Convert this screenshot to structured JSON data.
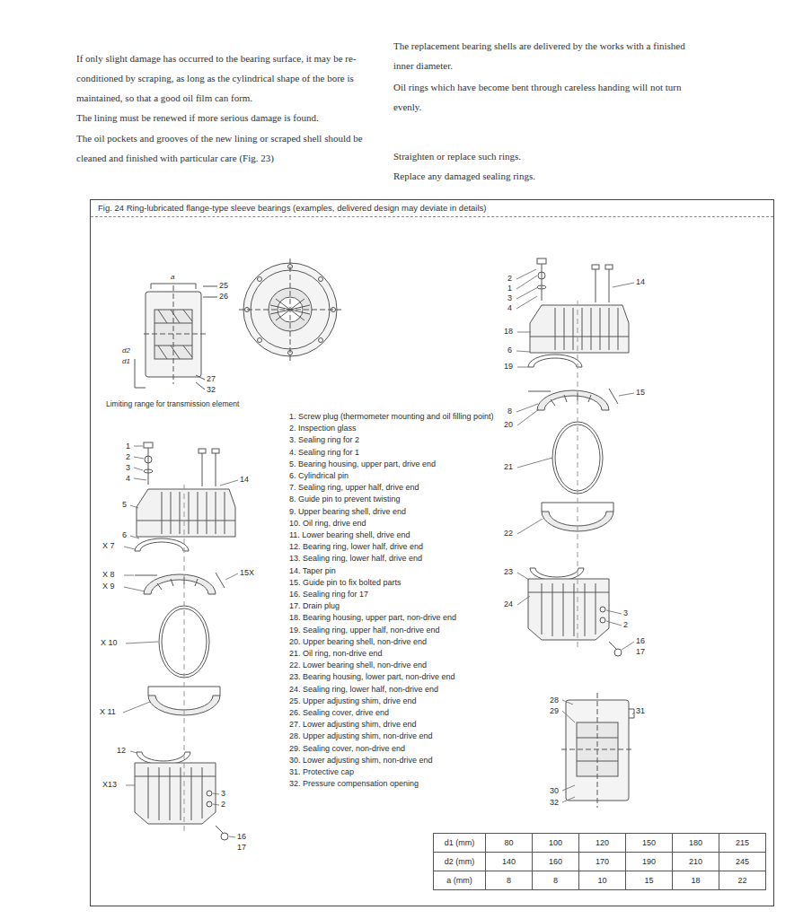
{
  "diagram": {
    "nodes": [
      {
        "text": [
          "Fig. 24 Ring-lubricated flange-type sleeve bearings (examples, delivered design may deviate in details)"
        ]
      }
    ],
    "labels": [
      "If only slight damage has occurred to the bearing surface, it may be re-conditioned by scraping, as long as the cylindrical shape of the bore is maintained, so that a good oil film can form.",
      "The lining must be renewed if more serious damage is found.",
      "The oil pockets and grooves of the new lining or scraped shell should be cleaned and finished with particular care (Fig. 23)",
      "The replacement bearing shells are delivered by the works with a finished inner diameter.",
      "Oil rings which have become bent through careless handing will not turn evenly.",
      "Straighten or replace such rings.",
      "Replace any damaged sealing rings.",
      "a",
      "d2",
      "d1",
      "25",
      "26",
      "27",
      "32",
      "Limiting range for transmission element",
      "1. Screw plug (thermometer mounting and oil filling point)",
      "2. Inspection glass",
      "3. Sealing ring for 2",
      "4. Sealing ring for 1",
      "5. Bearing housing, upper part, drive end",
      "6. Cylindrical pin",
      "7. Sealing ring, upper half, drive end",
      "8. Guide pin to prevent twisting",
      "9. Upper bearing shell, drive end",
      "10. Oil ring, drive end",
      "11. Lower bearing shell, drive end",
      "12. Bearing ring, lower half, drive end",
      "13. Sealing ring, lower half, drive end",
      "14. Taper pin",
      "15. Guide pin to fix bolted parts",
      "16. Sealing ring for 17",
      "17. Drain plug",
      "18. Bearing housing, upper part, non-drive end",
      "19. Sealing ring, upper half, non-drive end",
      "20. Upper bearing shell, non-drive end",
      "21. Oil ring, non-drive end",
      "22. Lower bearing shell, non-drive end",
      "23. Bearing housing, lower part, non-drive end",
      "24. Sealing ring, lower half, non-drive end",
      "25. Upper adjusting shim, drive end",
      "26. Sealing cover, drive end",
      "27. Lower adjusting shim, drive end",
      "28. Upper adjusting shim, non-drive end",
      "29. Sealing cover, non-drive end",
      "30. Lower adjusting shim, non-drive end",
      "31. Protective cap",
      "32. Pressure compensation opening",
      "1",
      "2",
      "3",
      "4",
      "14",
      "5",
      "6",
      "X 7",
      "X 8",
      "X 9",
      "15X",
      "X 10",
      "X 11",
      "12",
      "X13",
      "3",
      "2",
      "16",
      "17",
      "2",
      "1",
      "3",
      "4",
      "14",
      "18",
      "6",
      "19",
      "15",
      "8",
      "20",
      "21",
      "22",
      "23",
      "24",
      "3",
      "2",
      "16",
      "17",
      "28",
      "29",
      "31",
      "30",
      "32",
      "d1 (mm)",
      "80",
      "100",
      "120",
      "150",
      "180",
      "215",
      "d2 (mm)",
      "140",
      "160",
      "170",
      "190",
      "210",
      "245",
      "a (mm)",
      "8",
      "8",
      "10",
      "15",
      "18",
      "22"
    ]
  }
}
